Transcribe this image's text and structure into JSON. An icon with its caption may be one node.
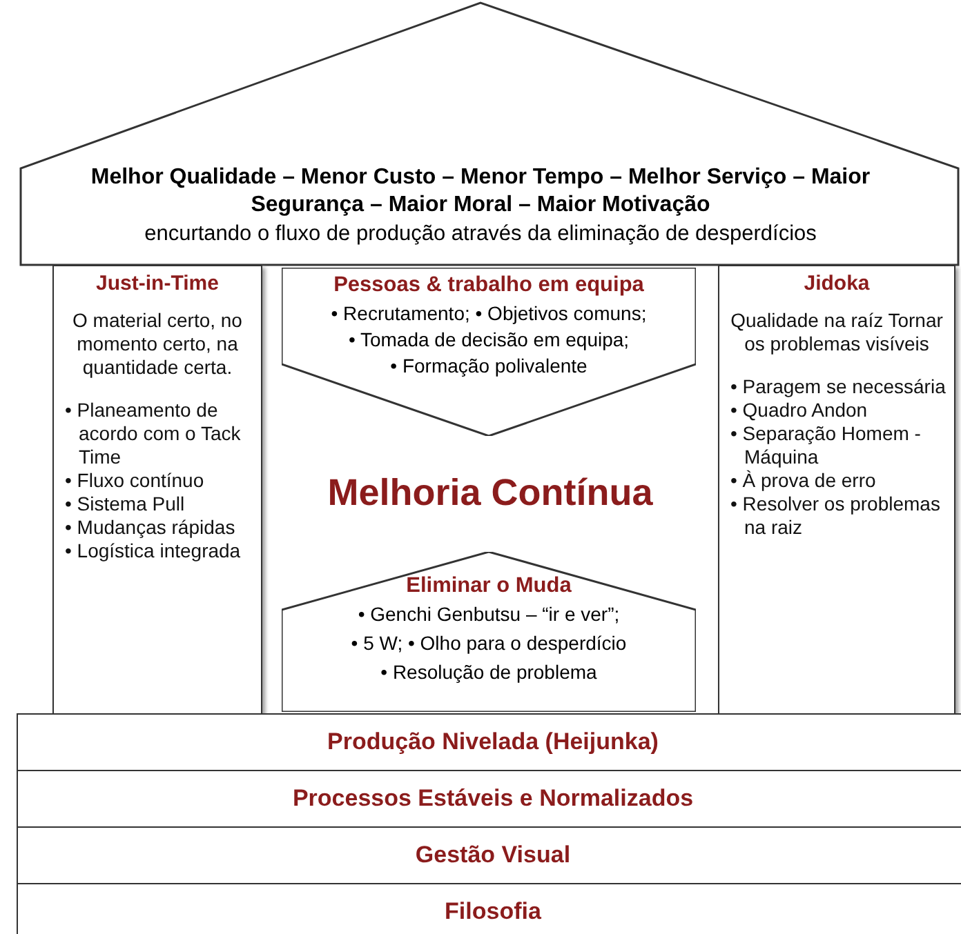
{
  "diagram": {
    "nodes": [
      {
        "text": [
          "Melhor Qualidade – Menor Custo – Menor Tempo – Melhor Serviço – Maior Segurança – Maior Moral – Maior Motivação",
          "encurtando o fluxo de produção através da eliminação de desperdícios"
        ]
      },
      {
        "text": [
          "Just-in-Time",
          "O material certo, no momento certo, na quantidade certa.",
          "• Planeamento de acordo com o Tack Time",
          "• Fluxo contínuo",
          "• Sistema Pull",
          "• Mudanças rápidas",
          "• Logística integrada"
        ]
      },
      {
        "text": [
          "Melhoria Contínua"
        ]
      },
      {
        "text": [
          "Pessoas & trabalho em equipa",
          "• Recrutamento; • Objetivos comuns;",
          "• Tomada de decisão em equipa;",
          "• Formação polivalente"
        ],
        "in": 2
      },
      {
        "text": [
          "Eliminar o Muda",
          "• Genchi Genbutsu – “ir e ver”;",
          "• 5 W; • Olho para o desperdício",
          "• Resolução de problema"
        ],
        "in": 2
      },
      {
        "text": [
          "Jidoka",
          "Qualidade na raíz Tornar os problemas visíveis",
          "• Paragem se necessária",
          "• Quadro Andon",
          "• Separação Homem - Máquina",
          "• À prova de erro",
          "• Resolver os problemas na raiz"
        ]
      },
      {
        "text": [
          "Produção Nivelada (Heijunka)"
        ]
      },
      {
        "text": [
          "Processos Estáveis e Normalizados"
        ]
      },
      {
        "text": [
          "Gestão Visual"
        ]
      },
      {
        "text": [
          "Filosofia"
        ]
      }
    ]
  }
}
